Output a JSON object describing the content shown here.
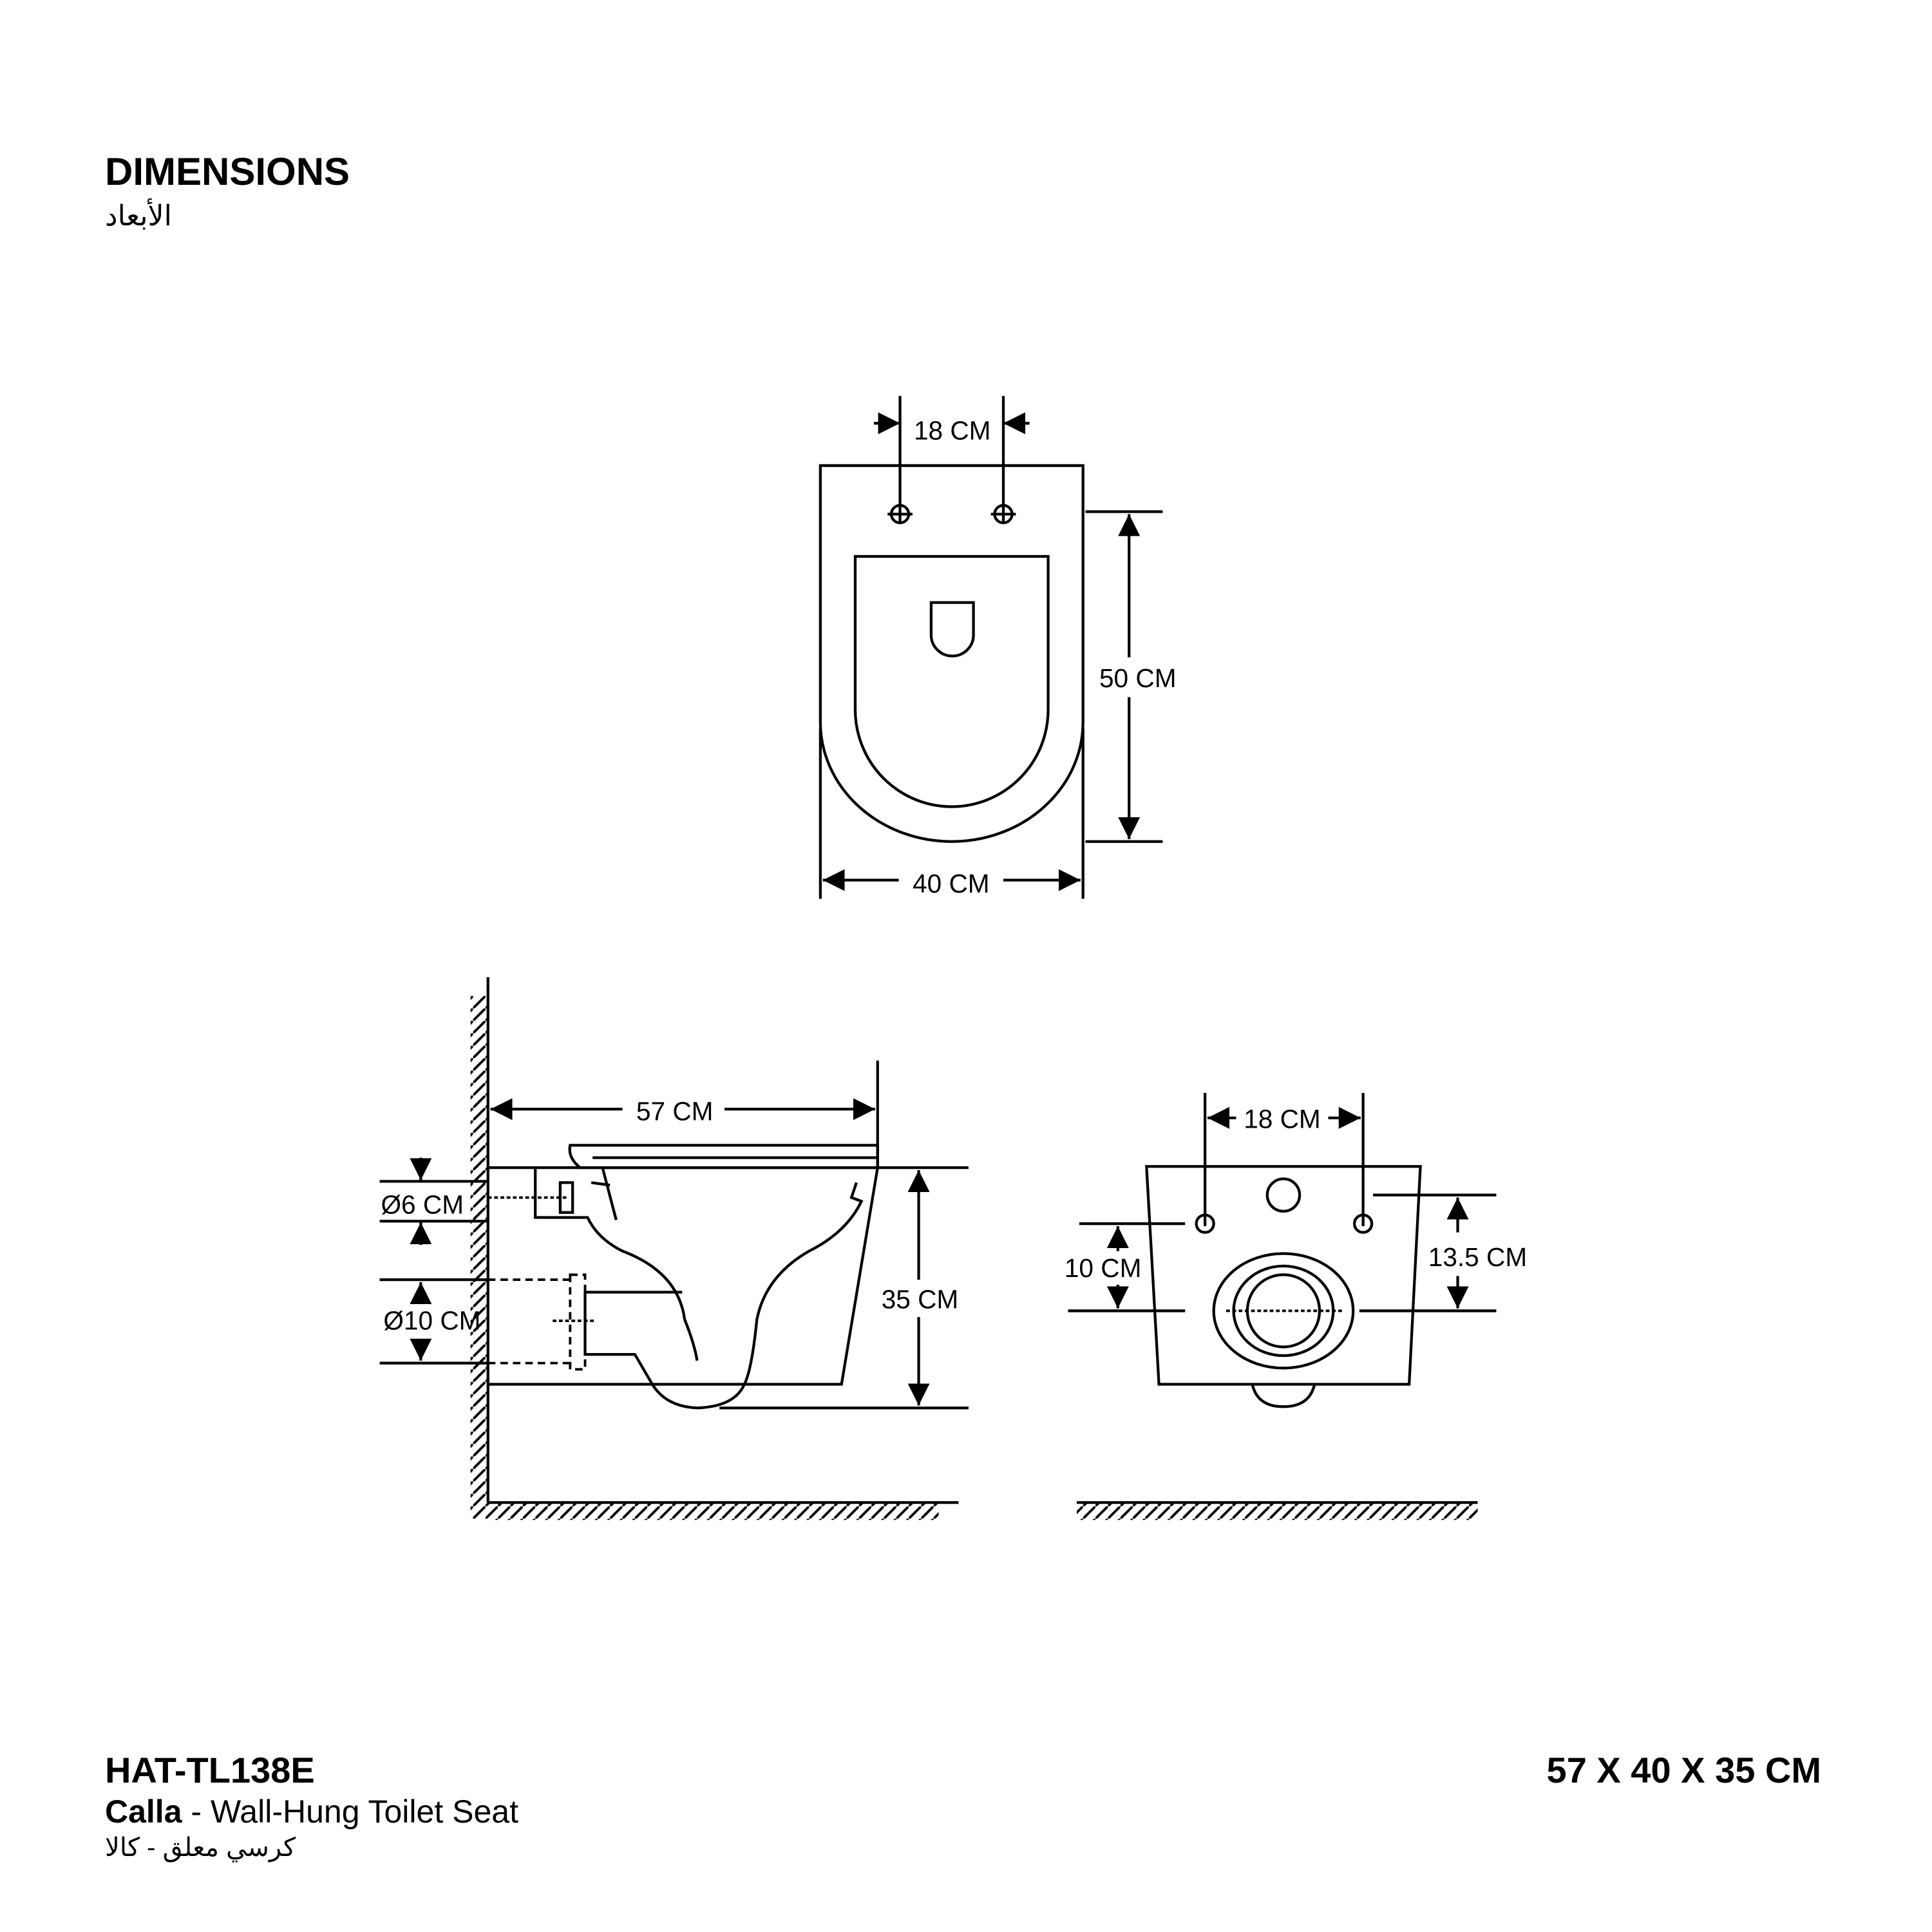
{
  "header": {
    "title": "DIMENSIONS",
    "title_ar": "الأبعاد"
  },
  "top_view": {
    "hole_spacing": "18 CM",
    "length": "50 CM",
    "width": "40 CM"
  },
  "side_view": {
    "depth": "57 CM",
    "height": "35 CM",
    "inlet_diameter": "Ø6 CM",
    "outlet_diameter": "Ø10 CM"
  },
  "front_view": {
    "hole_spacing": "18 CM",
    "hole_to_outlet": "10 CM",
    "inlet_to_outlet": "13.5 CM"
  },
  "product": {
    "model": "HAT-TL138E",
    "name": "Calla",
    "separator": " - ",
    "type": "Wall-Hung Toilet Seat",
    "name_ar": "كرسي معلق - كالا",
    "overall_dimensions": "57 X 40 X 35 CM"
  }
}
